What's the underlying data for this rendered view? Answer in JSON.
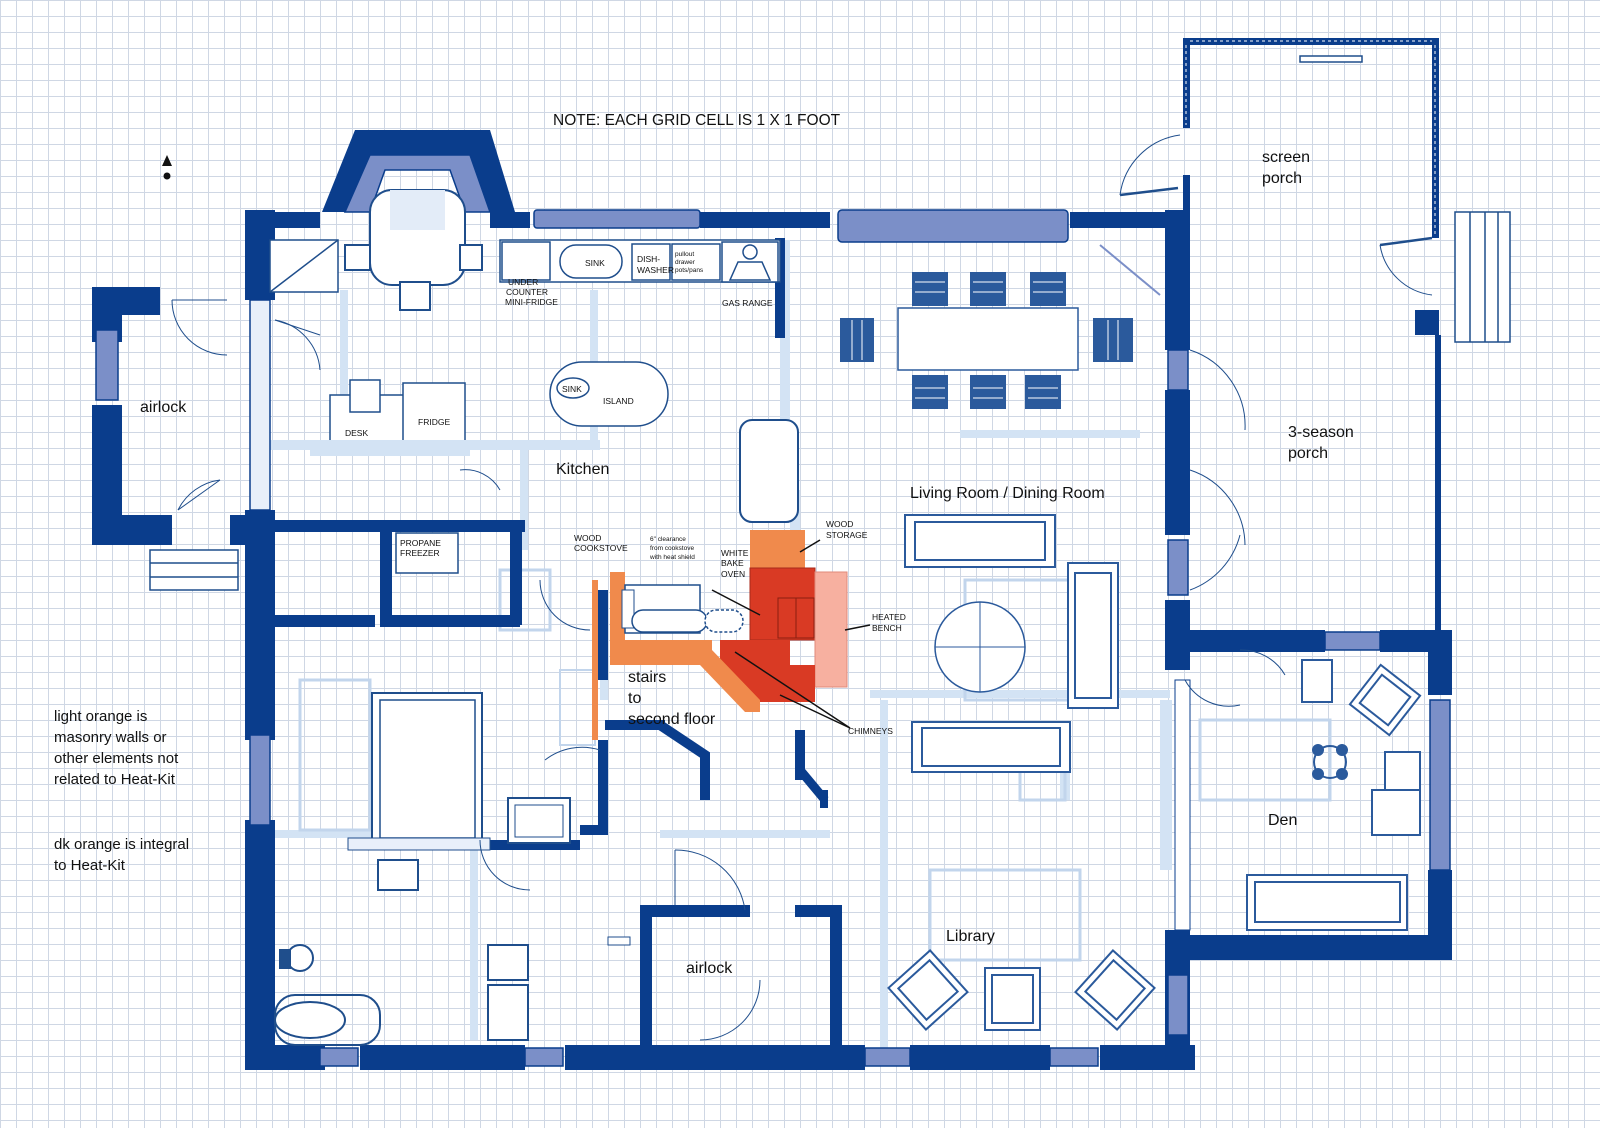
{
  "note": "NOTE:  EACH GRID CELL IS 1 X 1 FOOT",
  "legend": {
    "light": [
      "light orange is",
      "masonry walls or",
      "other elements not",
      "related to Heat-Kit"
    ],
    "dark": [
      "dk orange is integral",
      "to Heat-Kit"
    ]
  },
  "rooms": {
    "airlock_west": "airlock",
    "kitchen": "Kitchen",
    "living_dining": "Living Room / Dining Room",
    "screen_porch": [
      "screen",
      "porch"
    ],
    "three_season_porch": [
      "3-season",
      "porch"
    ],
    "stairs": [
      "stairs",
      "to",
      "second floor"
    ],
    "den": "Den",
    "library": "Library",
    "airlock_south": "airlock"
  },
  "fixtures": {
    "sink": "SINK",
    "dishwasher": [
      "DISH-",
      "WASHER"
    ],
    "pullout": [
      "pullout",
      "drawer",
      "pots/pans"
    ],
    "gas_range": "GAS RANGE",
    "mini_fridge": [
      "UNDER",
      "COUNTER",
      "MINI-FRIDGE"
    ],
    "island_sink": "SINK",
    "island": "ISLAND",
    "desk": "DESK",
    "fridge": "FRIDGE",
    "propane_freezer": [
      "PROPANE",
      "FREEZER"
    ],
    "wood_cookstove": [
      "WOOD",
      "COOKSTOVE"
    ],
    "cookstove_note": [
      "6\" clearance",
      "from cookstove",
      "with heat shield"
    ],
    "white_bake_oven": [
      "WHITE",
      "BAKE",
      "OVEN"
    ],
    "wood_storage": [
      "WOOD",
      "STORAGE"
    ],
    "heated_bench": [
      "HEATED",
      "BENCH"
    ],
    "chimneys": "CHIMNEYS"
  },
  "colors": {
    "wall": "#0a3d8c",
    "light_wall": "#c9dcf1",
    "window": "#7b8fc8",
    "fixture": "#1f4e8c",
    "light_orange": "#f08a4c",
    "dark_orange": "#d93a24",
    "bench_pink": "#f7b0a0",
    "chair_blue": "#2b5a9c"
  },
  "icons": [
    "north-arrow-icon"
  ]
}
